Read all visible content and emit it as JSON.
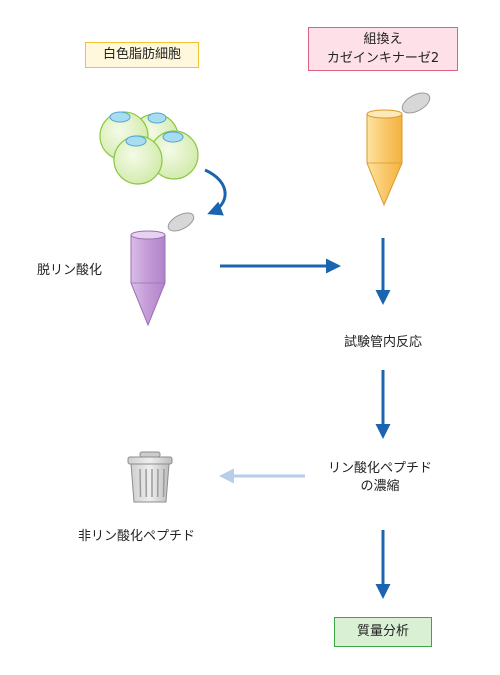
{
  "labels": {
    "adipocyte": "白色脂肪細胞",
    "kinase_line1": "組換え",
    "kinase_line2": "カゼインキナーゼ2",
    "dephosphorylation": "脱リン酸化",
    "in_vitro_reaction": "試験管内反応",
    "enrichment_line1": "リン酸化ペプチド",
    "enrichment_line2": "の濃縮",
    "non_phospho": "非リン酸化ペプチド",
    "mass_spec": "質量分析"
  },
  "icons": {
    "cells": "adipocyte-cells-icon",
    "purple_tube": "purple-tube-icon",
    "orange_tube": "orange-tube-icon",
    "trash": "trash-can-icon"
  },
  "colors": {
    "adipocyte_box_border": "#f1c232",
    "adipocyte_box_fill": "#fff8dc",
    "kinase_box_border": "#e06080",
    "kinase_box_fill": "#fde0e8",
    "ms_box_border": "#3aa845",
    "ms_box_fill": "#d9f0d5",
    "arrow_main": "#1b64b0",
    "arrow_faded": "#b7cde8",
    "cell_fill": "#e6f5c9",
    "cell_stroke": "#8cc63f",
    "nucleus_fill": "#a8dcf0",
    "purple_tube": "#c9a5d8",
    "orange_tube": "#f9c86a"
  }
}
